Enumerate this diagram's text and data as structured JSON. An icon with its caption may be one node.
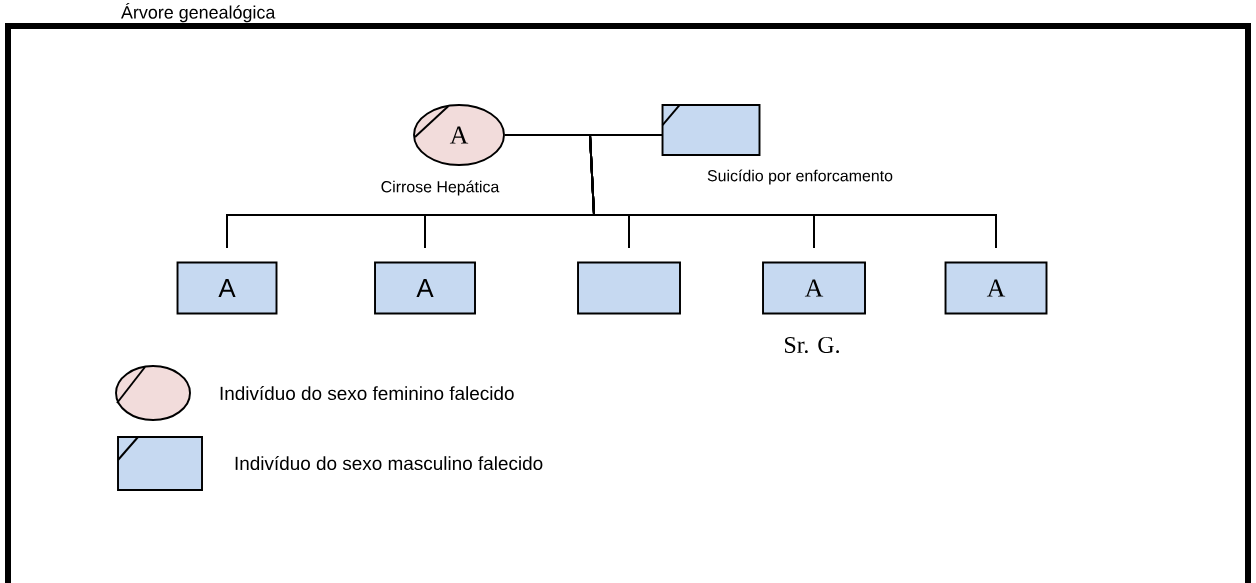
{
  "diagram": {
    "title": "Árvore genealógica",
    "nodes": [
      {
        "text": [
          "A"
        ],
        "beside": [
          "Cirrose Hepática"
        ]
      },
      {
        "text": [],
        "shape": "box",
        "beside": [
          "Suicídio por enforcamento"
        ]
      },
      {
        "text": [
          "A"
        ]
      },
      {
        "text": [
          "A"
        ]
      },
      {
        "text": [],
        "shape": "box"
      },
      {
        "text": [
          "A"
        ],
        "beside": [
          "Sr. G."
        ]
      },
      {
        "text": [
          "A"
        ]
      }
    ],
    "edges": [
      {
        "from": 0,
        "to": 1,
        "arrow": "none"
      },
      {
        "from": 0,
        "to": 2,
        "arrow": "none"
      },
      {
        "from": 0,
        "to": 3,
        "arrow": "none"
      },
      {
        "from": 0,
        "to": 4,
        "arrow": "none"
      },
      {
        "from": 0,
        "to": 5,
        "arrow": "none"
      },
      {
        "from": 0,
        "to": 6,
        "arrow": "none"
      },
      {
        "from": 1,
        "to": 2,
        "arrow": "none"
      },
      {
        "from": 1,
        "to": 3,
        "arrow": "none"
      },
      {
        "from": 1,
        "to": 4,
        "arrow": "none"
      },
      {
        "from": 1,
        "to": 5,
        "arrow": "none"
      },
      {
        "from": 1,
        "to": 6,
        "arrow": "none"
      }
    ],
    "legend": [
      {
        "text": "Indivíduo do sexo feminino falecido"
      },
      {
        "text": "Indivíduo do sexo masculino falecido"
      }
    ]
  }
}
